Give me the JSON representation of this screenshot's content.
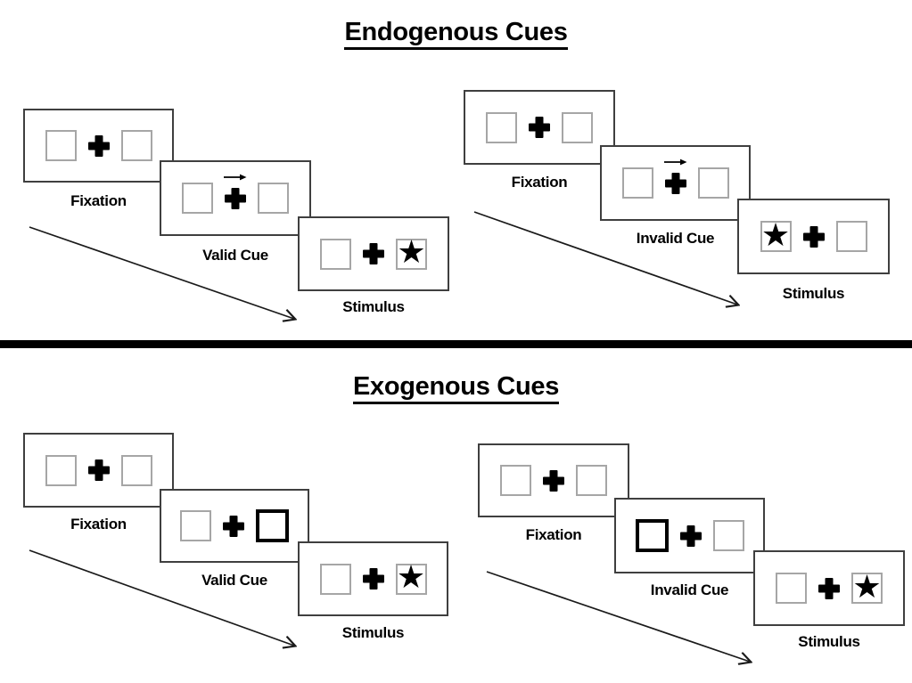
{
  "colors": {
    "ink": "#000000",
    "panel_border": "#3f3f3f",
    "box_border": "#a6a6a6",
    "background": "#ffffff"
  },
  "glyphs": {
    "star": "★"
  },
  "sections": [
    {
      "title": "Endogenous Cues",
      "sequences": [
        {
          "validity": "valid",
          "cue": "central-right-arrow-above-cross",
          "stimulus_side": "right",
          "steps": [
            {
              "label": "Fixation"
            },
            {
              "label": "Valid Cue"
            },
            {
              "label": "Stimulus"
            }
          ]
        },
        {
          "validity": "invalid",
          "cue": "central-right-arrow-above-cross",
          "stimulus_side": "left",
          "steps": [
            {
              "label": "Fixation"
            },
            {
              "label": "Invalid Cue"
            },
            {
              "label": "Stimulus"
            }
          ]
        }
      ]
    },
    {
      "title": "Exogenous Cues",
      "sequences": [
        {
          "validity": "valid",
          "cue": "thick-box-right",
          "stimulus_side": "right",
          "steps": [
            {
              "label": "Fixation"
            },
            {
              "label": "Valid Cue"
            },
            {
              "label": "Stimulus"
            }
          ]
        },
        {
          "validity": "invalid",
          "cue": "thick-box-left",
          "stimulus_side": "right",
          "steps": [
            {
              "label": "Fixation"
            },
            {
              "label": "Invalid Cue"
            },
            {
              "label": "Stimulus"
            }
          ]
        }
      ]
    }
  ]
}
